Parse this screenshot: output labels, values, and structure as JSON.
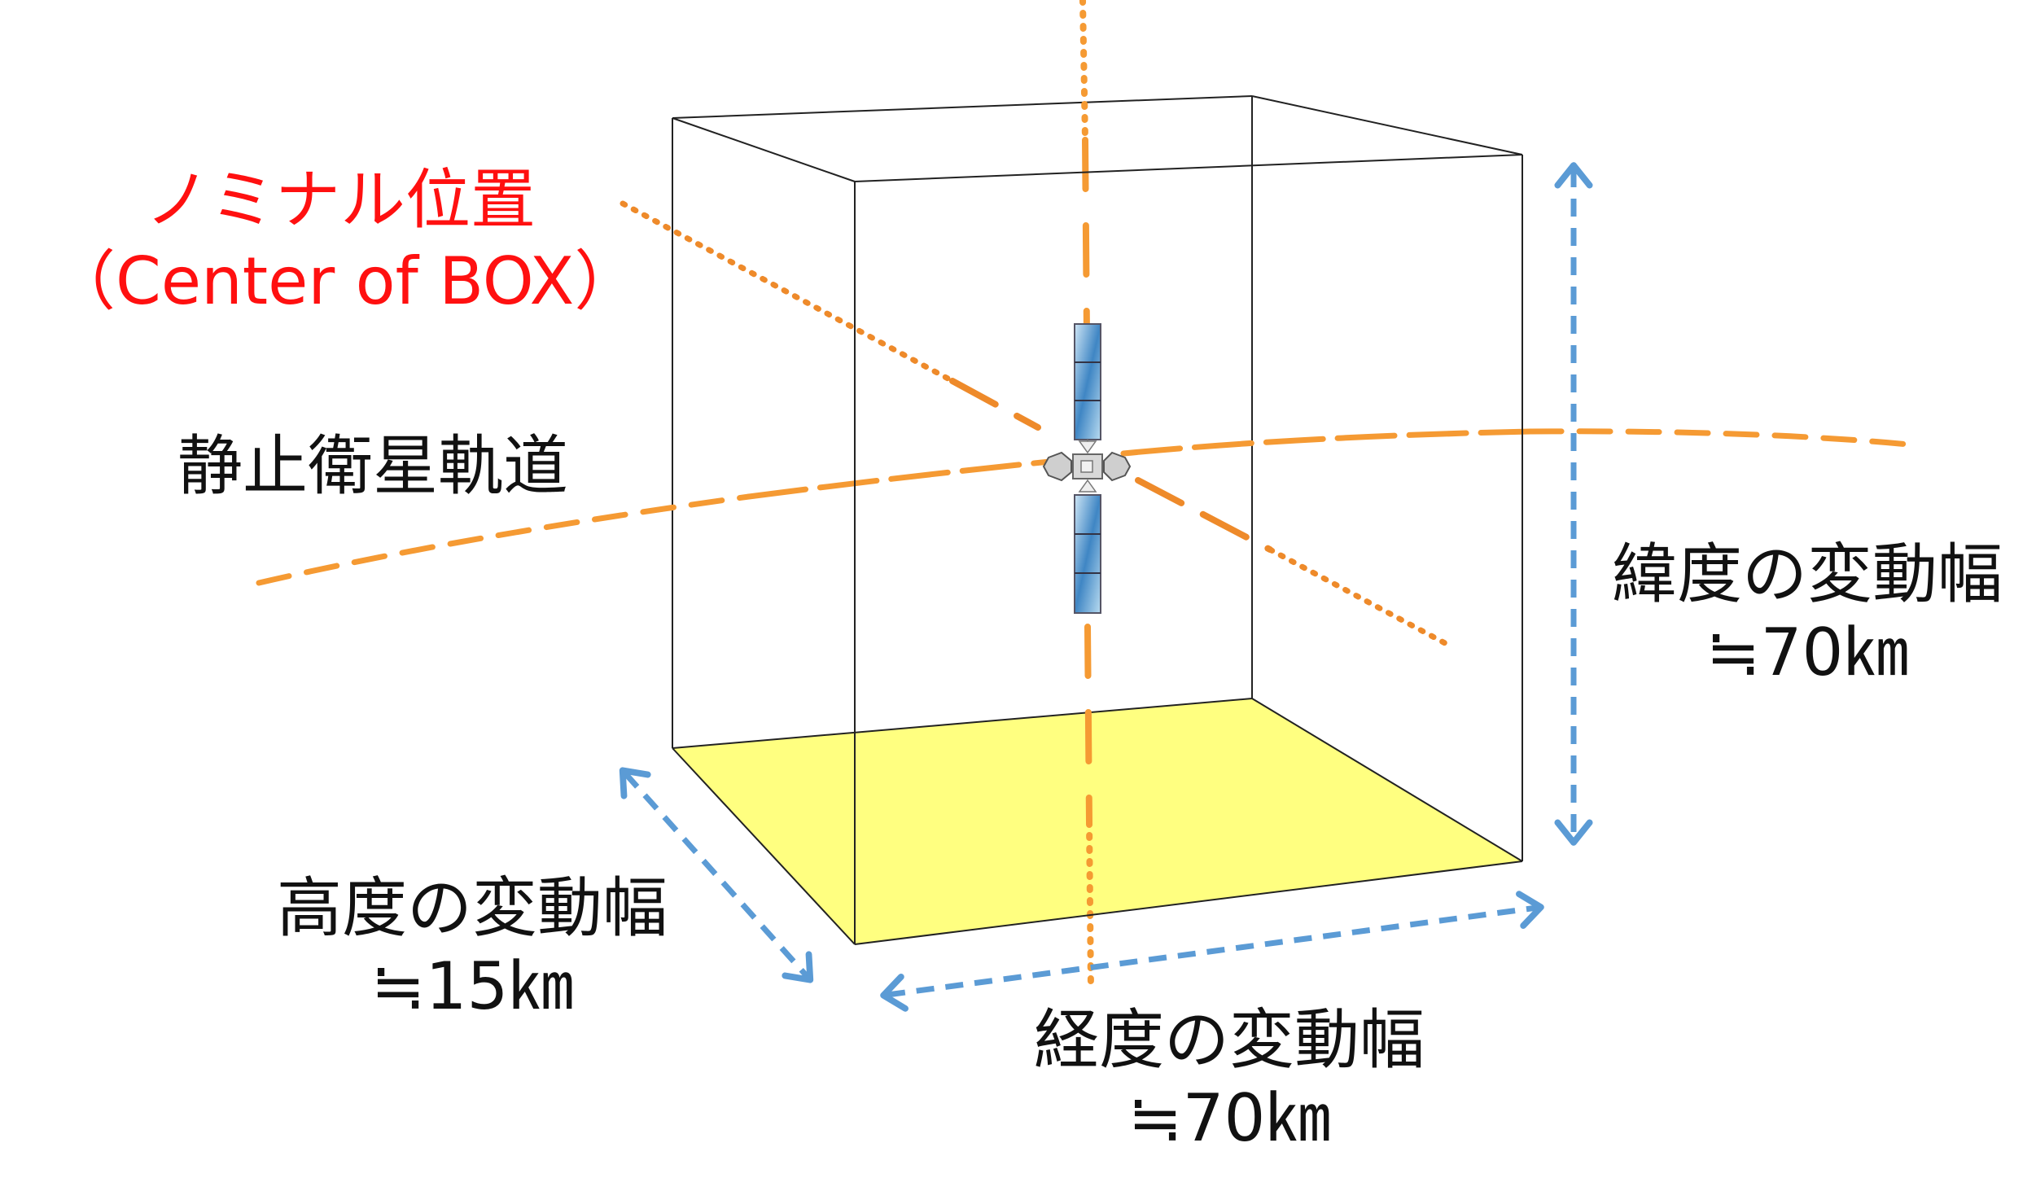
{
  "labels": {
    "nominal_title": "ノミナル位置",
    "nominal_sub": "（Center of BOX）",
    "orbit": "静止衛星軌道",
    "lat_title": "緯度の変動幅",
    "lat_value": "≒70㎞",
    "alt_title": "高度の変動幅",
    "alt_value": "≒15㎞",
    "lon_title": "経度の変動幅",
    "lon_value": "≒70㎞"
  },
  "colors": {
    "orange": "#f59a33",
    "orange_dark": "#ee8a2a",
    "blue_arrow": "#5b9bd5",
    "floor": "#ffff80",
    "box_edge": "#222222",
    "red_text": "#ff1010"
  },
  "icons": {
    "satellite": "satellite-icon"
  }
}
